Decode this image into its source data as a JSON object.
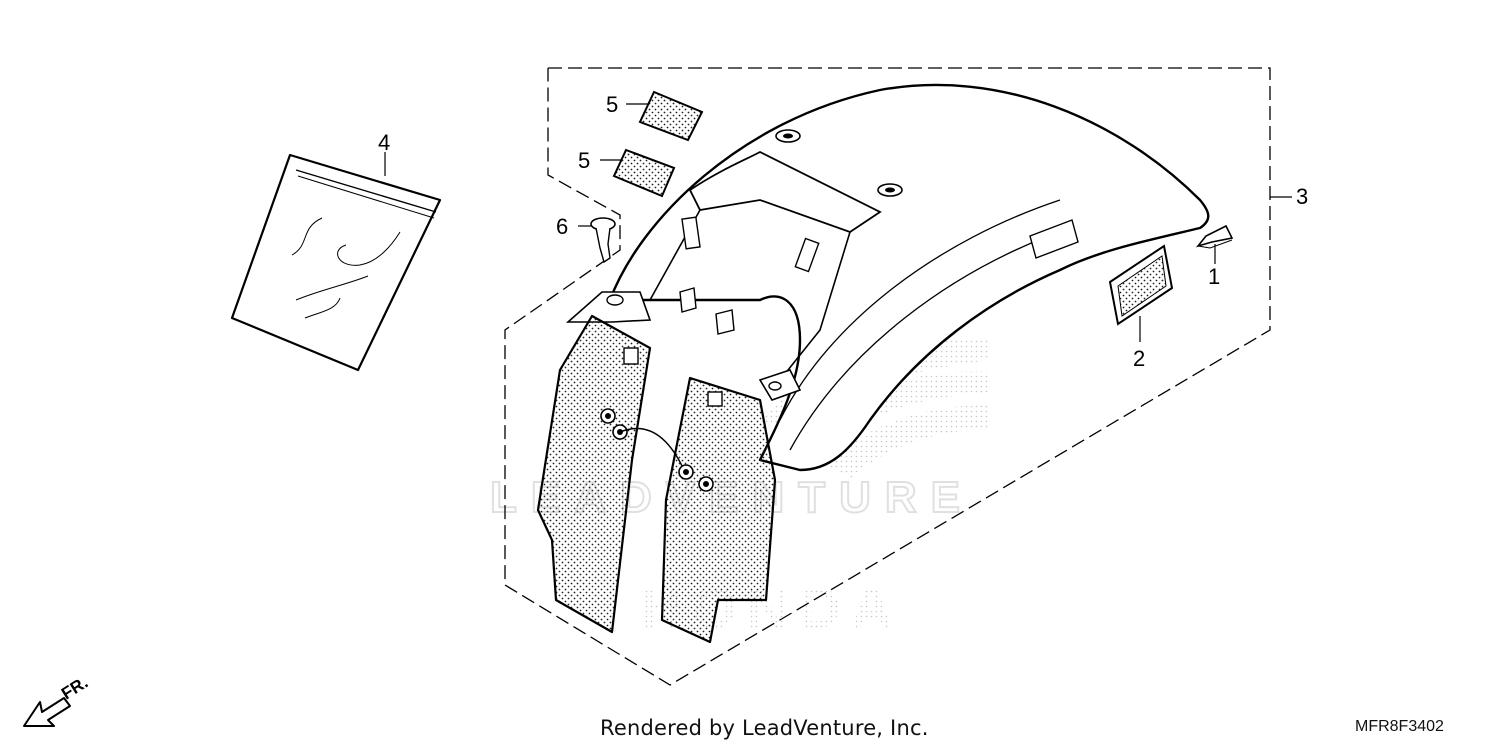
{
  "diagram": {
    "callouts": {
      "p1": "1",
      "p2": "2",
      "p3": "3",
      "p4": "4",
      "p5a": "5",
      "p5b": "5",
      "p6": "6"
    },
    "direction_arrow_label": "FR.",
    "watermark": {
      "wordmark": "LEADVENTURE",
      "brand": "HONDA"
    }
  },
  "footer": {
    "rendered_by": "Rendered by LeadVenture, Inc.",
    "diagram_code": "MFR8F3402"
  }
}
